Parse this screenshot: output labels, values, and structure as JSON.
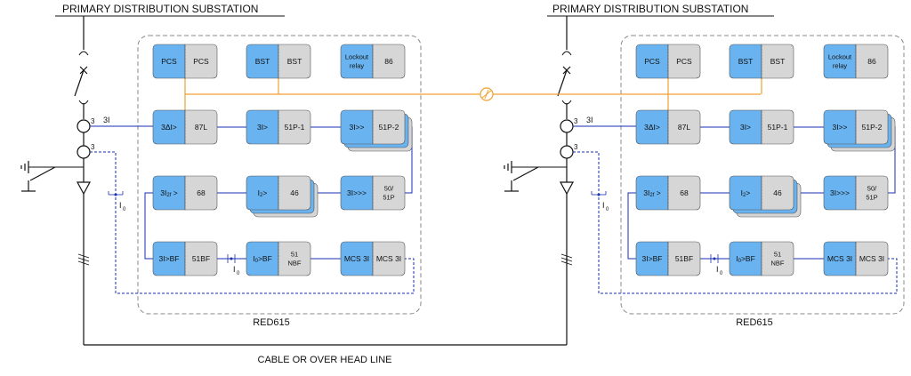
{
  "title": "PRIMARY DISTRIBUTION SUBSTATION",
  "device": "RED615",
  "line_label": "CABLE OR OVER HEAD LINE",
  "ct_count": "3",
  "current_label": "3I",
  "residual_label": "I0",
  "colors": {
    "wire": "#1a2fb4",
    "comm": "#f0a030",
    "box": "#888888"
  },
  "icons": {
    "comm": "communication-link-icon",
    "earth": "earth-switch-icon"
  },
  "blocks": [
    {
      "id": "pcs",
      "left": "PCS",
      "right": "PCS"
    },
    {
      "id": "bst",
      "left": "BST",
      "right": "BST"
    },
    {
      "id": "lock",
      "left": "Lockout|relay",
      "right": "86"
    },
    {
      "id": "87l",
      "left": "3ΔI>",
      "right": "87L"
    },
    {
      "id": "51p1",
      "left": "3I>",
      "right": "51P-1"
    },
    {
      "id": "51p2",
      "left": "3I>>",
      "right": "51P-2"
    },
    {
      "id": "68",
      "left": "3I2f >",
      "right": "68"
    },
    {
      "id": "46",
      "left": "I2>",
      "right": "46"
    },
    {
      "id": "5051",
      "left": "3I>>>",
      "right": "50/|51P"
    },
    {
      "id": "51bf",
      "left": "3I>BF",
      "right": "51BF"
    },
    {
      "id": "51nbf",
      "left": "I0>BF",
      "right": "51|NBF"
    },
    {
      "id": "mcs",
      "left": "MCS 3I",
      "right": "MCS 3I"
    }
  ]
}
